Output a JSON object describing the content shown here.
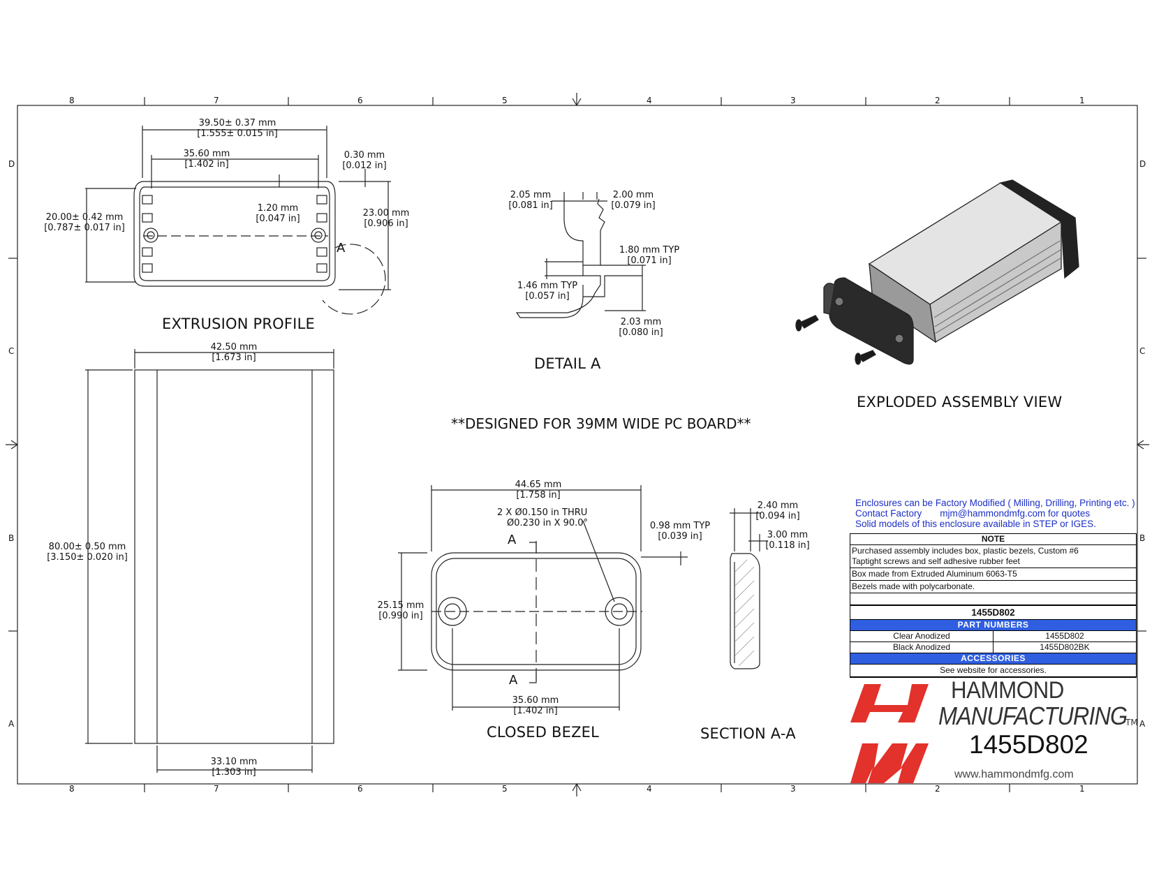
{
  "border": {
    "zones_top": [
      "8",
      "7",
      "6",
      "5",
      "4",
      "3",
      "2",
      "1"
    ],
    "zones_side": [
      "D",
      "C",
      "B",
      "A"
    ]
  },
  "extrusion": {
    "title": "EXTRUSION PROFILE",
    "overall_width": [
      "39.50± 0.37 mm",
      "[1.555± 0.015 in]"
    ],
    "inner_width": [
      "35.60 mm",
      "[1.402 in]"
    ],
    "slot": [
      "0.30 mm",
      "[0.012 in]"
    ],
    "wall": [
      "1.20 mm",
      "[0.047 in]"
    ],
    "height": [
      "20.00± 0.42 mm",
      "[0.787± 0.017 in]"
    ],
    "outer_height": [
      "23.00 mm",
      "[0.906 in]"
    ],
    "detail_callout": "A"
  },
  "detail": {
    "title": "DETAIL  A",
    "d1": [
      "2.05 mm",
      "[0.081 in]"
    ],
    "d2": [
      "2.00 mm",
      "[0.079 in]"
    ],
    "d3": [
      "1.80 mm TYP",
      "[0.071 in]"
    ],
    "d4": [
      "1.46 mm TYP",
      "[0.057 in]"
    ],
    "d5": [
      "2.03 mm",
      "[0.080 in]"
    ]
  },
  "exploded": {
    "title": "EXPLODED ASSEMBLY VIEW"
  },
  "design_note": "**DESIGNED FOR 39MM WIDE PC BOARD**",
  "side": {
    "width": [
      "42.50 mm",
      "[1.673 in]"
    ],
    "length": [
      "80.00± 0.50 mm",
      "[3.150± 0.020 in]"
    ],
    "inner": [
      "33.10 mm",
      "[1.303 in]"
    ]
  },
  "bezel": {
    "title": "CLOSED BEZEL",
    "width": [
      "44.65 mm",
      "[1.758 in]"
    ],
    "hole": [
      "2 X Ø0.150 in THRU",
      "Ø0.230 in X 90.0°"
    ],
    "lip": [
      "0.98 mm  TYP",
      "[0.039 in]"
    ],
    "height": [
      "25.15 mm",
      "[0.990 in]"
    ],
    "hole_spacing": [
      "35.60 mm",
      "[1.402 in]"
    ],
    "section_label": "A"
  },
  "section": {
    "title": "SECTION A-A",
    "t1": [
      "2.40 mm",
      "[0.094 in]"
    ],
    "t2": [
      "3.00 mm",
      "[0.118 in]"
    ]
  },
  "quote": {
    "line1": "Enclosures can be Factory Modified ( Milling, Drilling, Printing etc. )",
    "line2a": "Contact Factory",
    "line2b": "mjm@hammondmfg.com for quotes",
    "line3": "Solid models of this enclosure available in STEP or IGES."
  },
  "notes": {
    "header": "NOTE",
    "n1": "Purchased assembly includes box, plastic bezels, Custom #6",
    "n1b": "Taptight screws and self adhesive rubber feet",
    "n2": "Box made from Extruded Aluminum 6063-T5",
    "n3": "Bezels made with polycarbonate.",
    "part": "1455D802",
    "part_numbers_header": "PART NUMBERS",
    "parts": [
      {
        "finish": "Clear Anodized",
        "number": "1455D802"
      },
      {
        "finish": "Black Anodized",
        "number": "1455D802BK"
      }
    ],
    "accessories_header": "ACCESSORIES",
    "accessories": "See website for accessories."
  },
  "brand": {
    "name1": "HAMMOND",
    "name2": "MANUFACTURING",
    "tm": "TM",
    "part": "1455D802",
    "url": "www.hammondmfg.com",
    "color": "#e3312b"
  }
}
